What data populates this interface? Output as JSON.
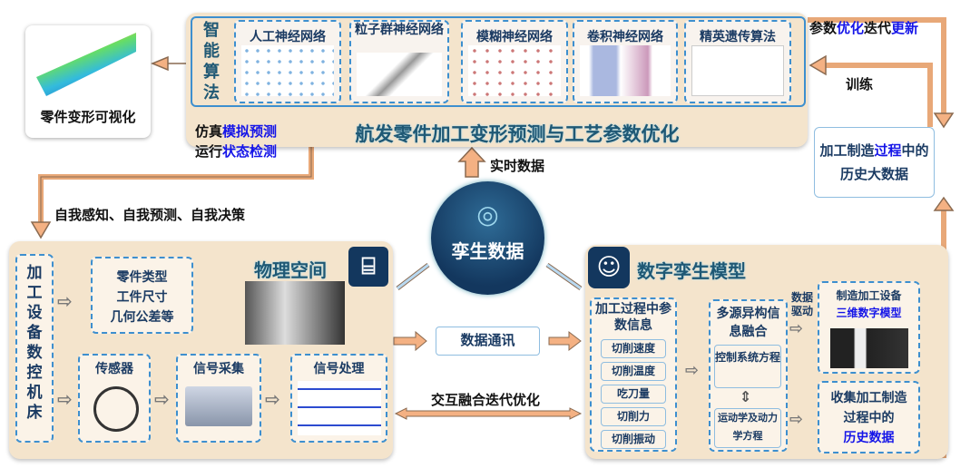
{
  "top": {
    "algo_label": [
      "智",
      "能",
      "算",
      "法"
    ],
    "algorithms": [
      "人工神经网络",
      "粒子群神经网络",
      "模糊神经网络",
      "卷积神经网络",
      "精英遗传算法"
    ],
    "title": "航发零件加工变形预测与工艺参数优化",
    "sim_prefix": "仿真",
    "sim_highlight": "模拟预测",
    "run_prefix": "运行",
    "run_highlight": "状态检测"
  },
  "visual": {
    "caption": "零件变形可视化"
  },
  "right": {
    "update_a": "参数",
    "update_b": "优化",
    "update_c": "迭代",
    "update_d": "更新",
    "train": "训练",
    "bigdata_a": "加工制造",
    "bigdata_b": "过程",
    "bigdata_c": "中的",
    "bigdata_d": "历史大数据"
  },
  "center": {
    "realtime": "实时数据",
    "twin_data": "孪生数据",
    "comm": "数据通讯",
    "iterate": "交互融合迭代优化"
  },
  "self_text": "自我感知、自我预测、自我决策",
  "physical": {
    "title": "物理空间",
    "machine": "加工设备数控机床",
    "part_info": [
      "零件类型",
      "工件尺寸",
      "几何公差等"
    ],
    "sensor": "传感器",
    "acq": "信号采集",
    "proc": "信号处理"
  },
  "digital": {
    "title": "数字孪生模型",
    "params_title": "加工过程中参数信息",
    "params": [
      "切削速度",
      "切削温度",
      "吃刀量",
      "切削力",
      "切削振动"
    ],
    "fusion_title": "多源异构信息融合",
    "control": "控制系统方程",
    "kinematics": "运动学及动力学方程",
    "drive": "数据驱动",
    "model_a": "制造加工设备",
    "model_b": "三维数字模型",
    "history_a": "收集加工制造过程中的",
    "history_b": "历史数据"
  },
  "colors": {
    "panel": "#f4e4cc",
    "accent": "#f4b183",
    "navy": "#13375e",
    "dash": "#3d8fcf"
  }
}
